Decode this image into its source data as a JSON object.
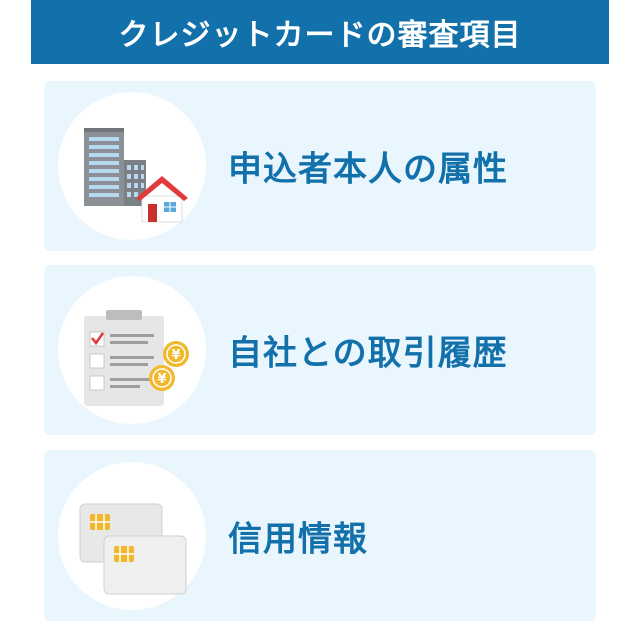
{
  "header": {
    "title": "クレジットカードの審査項目"
  },
  "items": [
    {
      "label": "申込者本人の属性",
      "icon": "building-house-icon"
    },
    {
      "label": "自社との取引履歴",
      "icon": "clipboard-yen-icon"
    },
    {
      "label": "信用情報",
      "icon": "credit-cards-icon"
    }
  ],
  "colors": {
    "header_bg": "#1270aa",
    "header_text": "#ffffff",
    "card_bg": "#eaf6fd",
    "label_text": "#1270aa",
    "coin": "#f2b82d",
    "chip": "#f2b82d",
    "check": "#e03a3a"
  }
}
